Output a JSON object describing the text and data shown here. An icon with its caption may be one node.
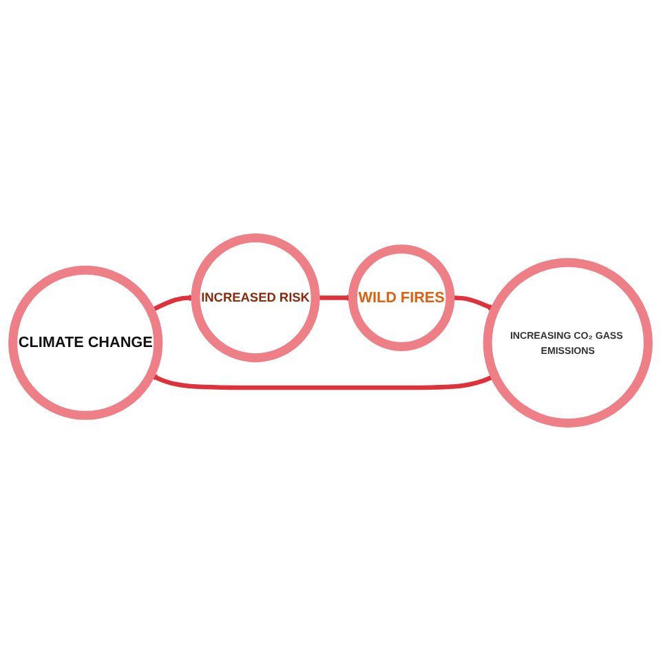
{
  "diagram": {
    "nodes": [
      {
        "text": [
          "CLIMATE CHANGE"
        ]
      },
      {
        "text": [
          "INCREASED RISK"
        ]
      },
      {
        "text": [
          "WILD FIRES"
        ]
      },
      {
        "text": [
          "INCREASING CO₂ GASS EMISSIONS"
        ]
      }
    ],
    "edges": [
      {
        "from": 0,
        "to": 1,
        "arrow": "to"
      },
      {
        "from": 1,
        "to": 2,
        "arrow": "to"
      },
      {
        "from": 2,
        "to": 3,
        "arrow": "to"
      },
      {
        "from": 3,
        "to": 0,
        "arrow": "to"
      }
    ]
  }
}
